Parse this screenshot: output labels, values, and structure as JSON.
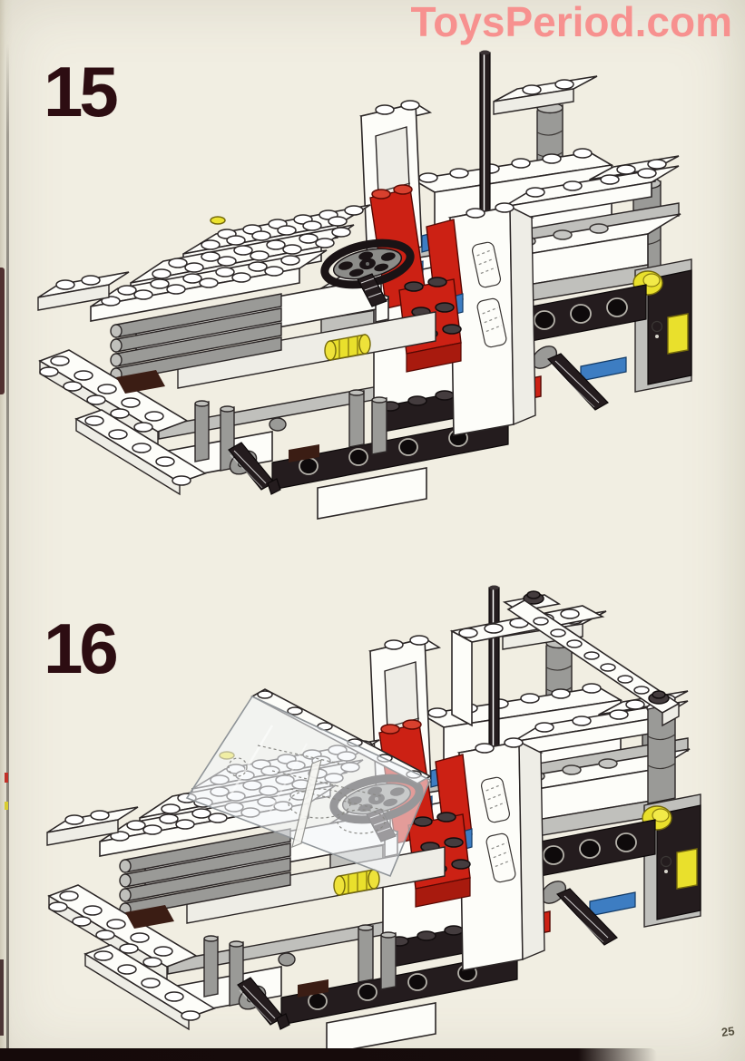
{
  "page": {
    "watermark_text": "ToysPeriod.com",
    "page_number": "25",
    "background_color": "#f1eee2",
    "watermark_color": "#f7918f",
    "ink_color": "#2d0d12"
  },
  "steps": [
    {
      "number": "15",
      "description": "LEGO truck chassis build, step 15: open cab with black steering wheel, red seat, white dashboard console with vent grilles, tall black antenna and two grey exhaust stacks topped by white plates, on a white and grey chassis with black engine side, blue and red trim, yellow lights, white front bumper plates and protruding splined drive axles."
    },
    {
      "number": "16",
      "description": "LEGO truck chassis build, step 16: the same chassis with a transparent windscreen canopy placed over the bonnet so the engine and steering wheel beneath show as dashed ghost lines, plus a long white plate bridging the two grey exhaust stacks at the rear."
    }
  ],
  "lego_palette": {
    "red": "#cc2114",
    "blue": "#3d7dc2",
    "yellow": "#e9e02c",
    "grey": "#9a9a97",
    "black": "#241c1e",
    "white": "#ffffff"
  }
}
